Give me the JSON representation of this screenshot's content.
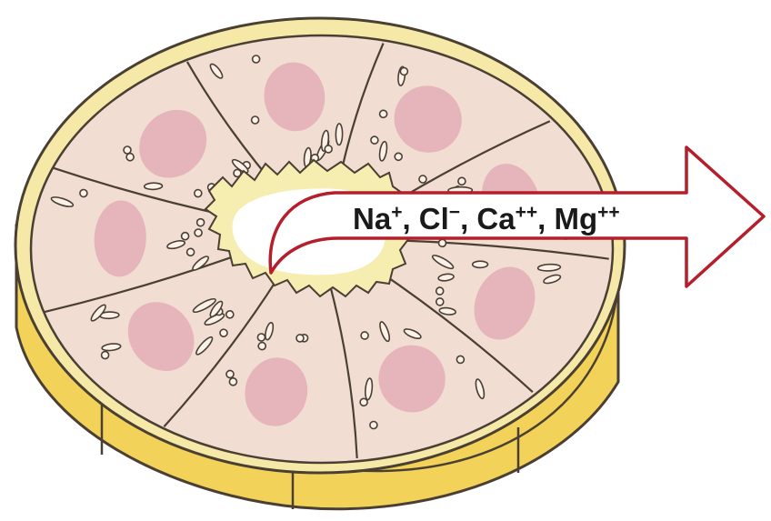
{
  "diagram": {
    "arrow_label": {
      "parts": [
        {
          "base": "Na",
          "charge": "+"
        },
        {
          "sep": ", "
        },
        {
          "base": "Cl",
          "charge": "−"
        },
        {
          "sep": ", "
        },
        {
          "base": "Ca",
          "charge": "++"
        },
        {
          "sep": ", "
        },
        {
          "base": "Mg",
          "charge": "++"
        }
      ]
    },
    "cell_count": 9,
    "colors": {
      "side_wall": "#f3d25a",
      "basement_membrane": "#f6e9a8",
      "cell_cytoplasm": "#f1ddd1",
      "nucleus": "#e6b4bb",
      "lumen_glycocalyx": "#f6eeb0",
      "outline": "#4a3f33",
      "arrow_outline": "#b51e2b",
      "arrow_fill": "#ffffff"
    }
  }
}
